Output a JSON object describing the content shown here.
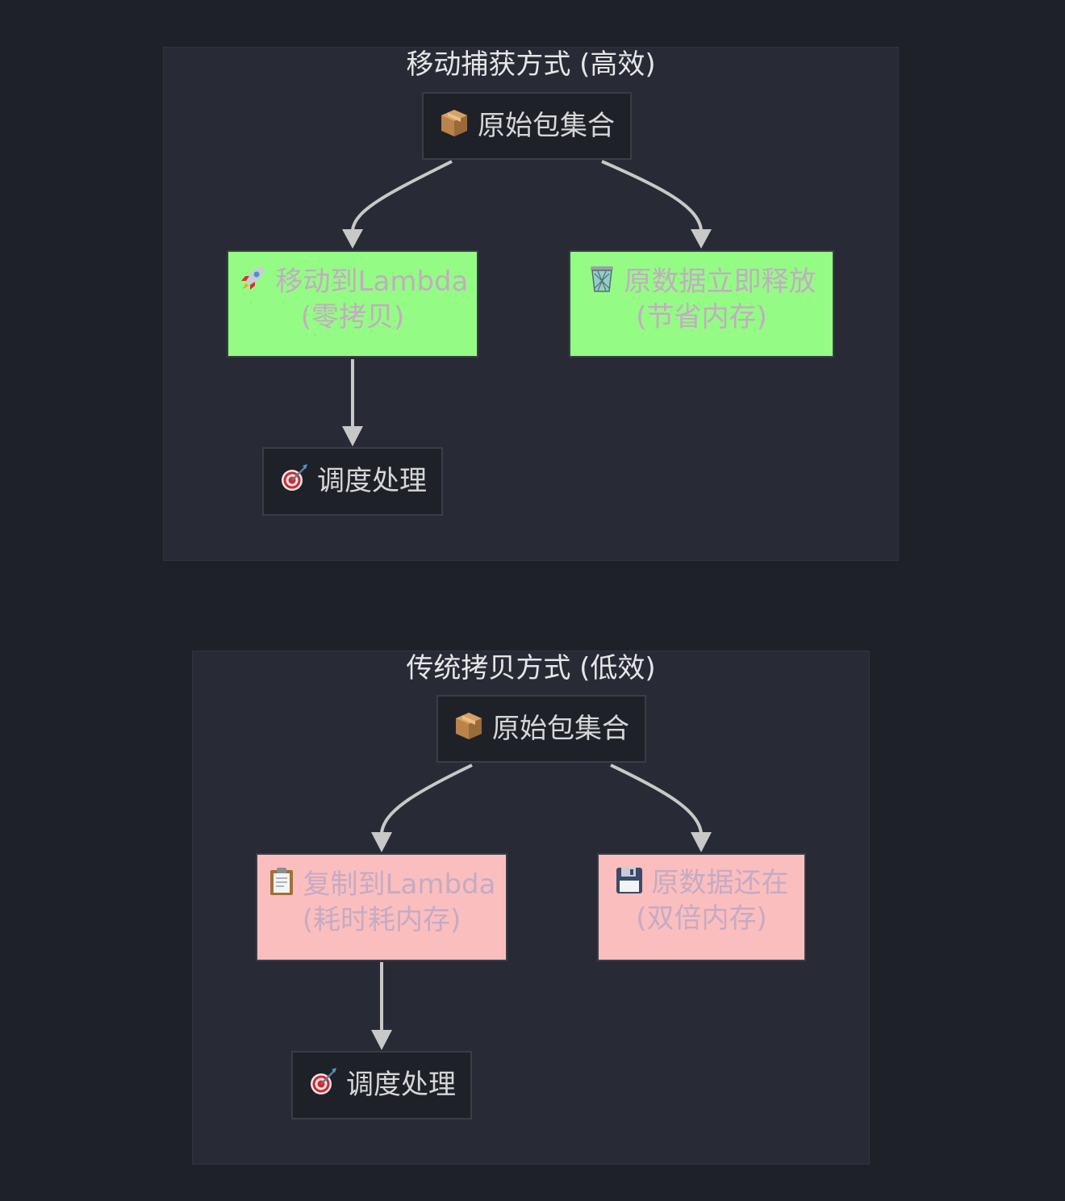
{
  "clusters": {
    "move": {
      "title": "移动捕获方式 (高效)",
      "source": {
        "label": "原始包集合",
        "icon": "package-icon"
      },
      "left": {
        "line1": "移动到Lambda",
        "line2": "(零拷贝)",
        "icon": "rocket-icon"
      },
      "right": {
        "line1": "原数据立即释放",
        "line2": "(节省内存)",
        "icon": "wastebasket-icon"
      },
      "target": {
        "label": "调度处理",
        "icon": "target-icon"
      },
      "fill_color": "#94fc84"
    },
    "copy": {
      "title": "传统拷贝方式 (低效)",
      "source": {
        "label": "原始包集合",
        "icon": "package-icon"
      },
      "left": {
        "line1": "复制到Lambda",
        "line2": "(耗时耗内存)",
        "icon": "clipboard-icon"
      },
      "right": {
        "line1": "原数据还在",
        "line2": "(双倍内存)",
        "icon": "floppy-disk-icon"
      },
      "target": {
        "label": "调度处理",
        "icon": "target-icon"
      },
      "fill_color": "#fbbebe"
    }
  }
}
